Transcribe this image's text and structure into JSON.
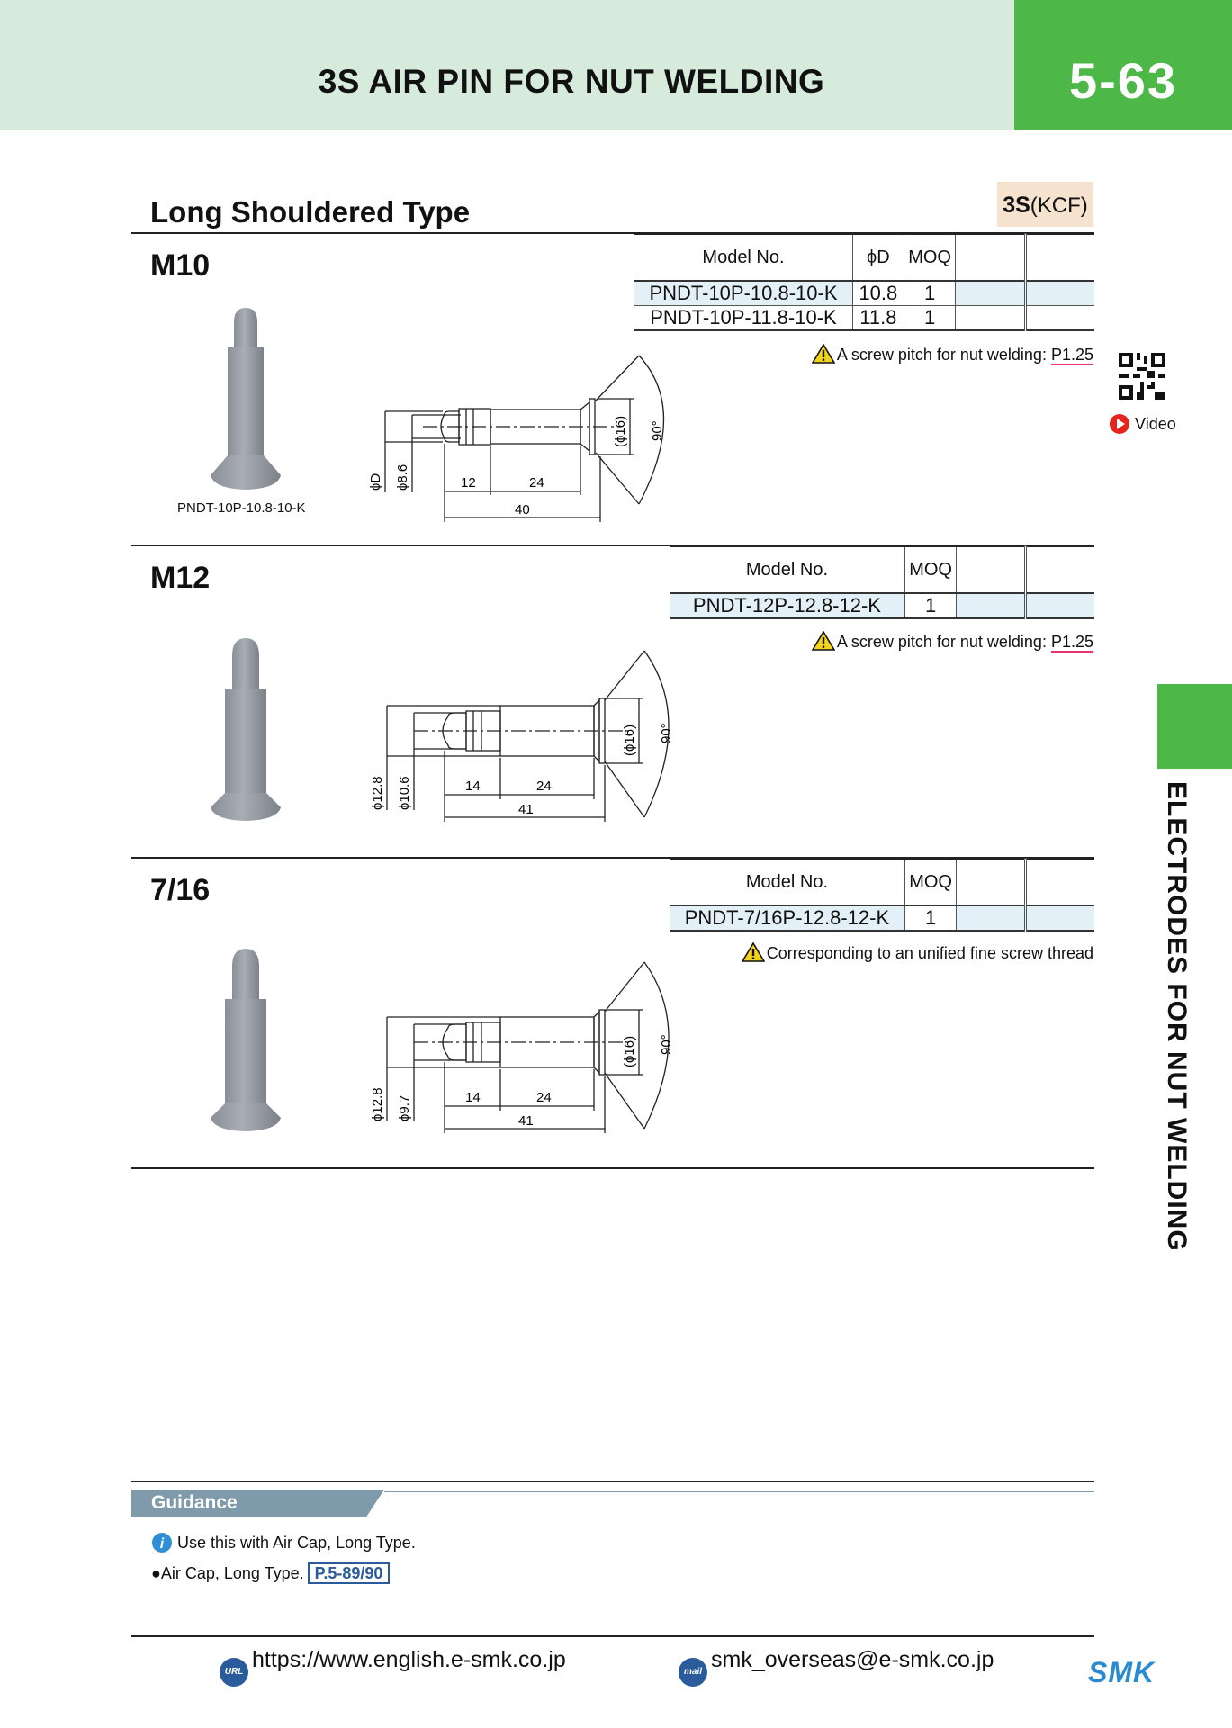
{
  "header": {
    "title": "3S AIR PIN FOR NUT WELDING",
    "page": "5-63"
  },
  "section": {
    "title": "Long Shouldered Type",
    "badge_main": "3S",
    "badge_sub": "(KCF)"
  },
  "side_tab": "ELECTRODES FOR NUT WELDING",
  "video_label": "Video",
  "groups": [
    {
      "name": "M10",
      "headers": [
        "Model No.",
        "ϕD",
        "MOQ"
      ],
      "rows": [
        {
          "model": "PNDT-10P-10.8-10-K",
          "d": "10.8",
          "moq": "1"
        },
        {
          "model": "PNDT-10P-11.8-10-K",
          "d": "11.8",
          "moq": "1"
        }
      ],
      "note_text": "A screw pitch for nut welding: ",
      "note_pitch": "P1.25",
      "photo_caption": "PNDT-10P-10.8-10-K",
      "dims": {
        "d1": "ϕD",
        "d2": "ϕ8.6",
        "len1": "12",
        "len2": "24",
        "total": "40",
        "flange": "(ϕ16)",
        "angle": "90°"
      }
    },
    {
      "name": "M12",
      "headers": [
        "Model No.",
        "MOQ"
      ],
      "rows": [
        {
          "model": "PNDT-12P-12.8-12-K",
          "moq": "1"
        }
      ],
      "note_text": "A screw pitch for nut welding: ",
      "note_pitch": "P1.25",
      "dims": {
        "d1": "ϕ12.8",
        "d2": "ϕ10.6",
        "len1": "14",
        "len2": "24",
        "total": "41",
        "flange": "(ϕ16)",
        "angle": "90°"
      }
    },
    {
      "name": "7/16",
      "headers": [
        "Model No.",
        "MOQ"
      ],
      "rows": [
        {
          "model": "PNDT-7/16P-12.8-12-K",
          "moq": "1"
        }
      ],
      "note_text": "Corresponding to an unified fine screw thread",
      "dims": {
        "d1": "ϕ12.8",
        "d2": "ϕ9.7",
        "len1": "14",
        "len2": "24",
        "total": "41",
        "flange": "(ϕ16)",
        "angle": "90°"
      }
    }
  ],
  "guidance": {
    "title": "Guidance",
    "line1": "Use this with Air Cap, Long Type.",
    "line2": "●Air Cap, Long Type.",
    "ref": "P.5-89/90"
  },
  "footer": {
    "url": "https://www.english.e-smk.co.jp",
    "email": "smk_overseas@e-smk.co.jp",
    "logo": "SMK"
  },
  "colors": {
    "header_bg": "#d6ebdb",
    "accent_green": "#4db848",
    "badge_bg": "#f6e3cf",
    "link_blue": "#2a5b9a"
  }
}
